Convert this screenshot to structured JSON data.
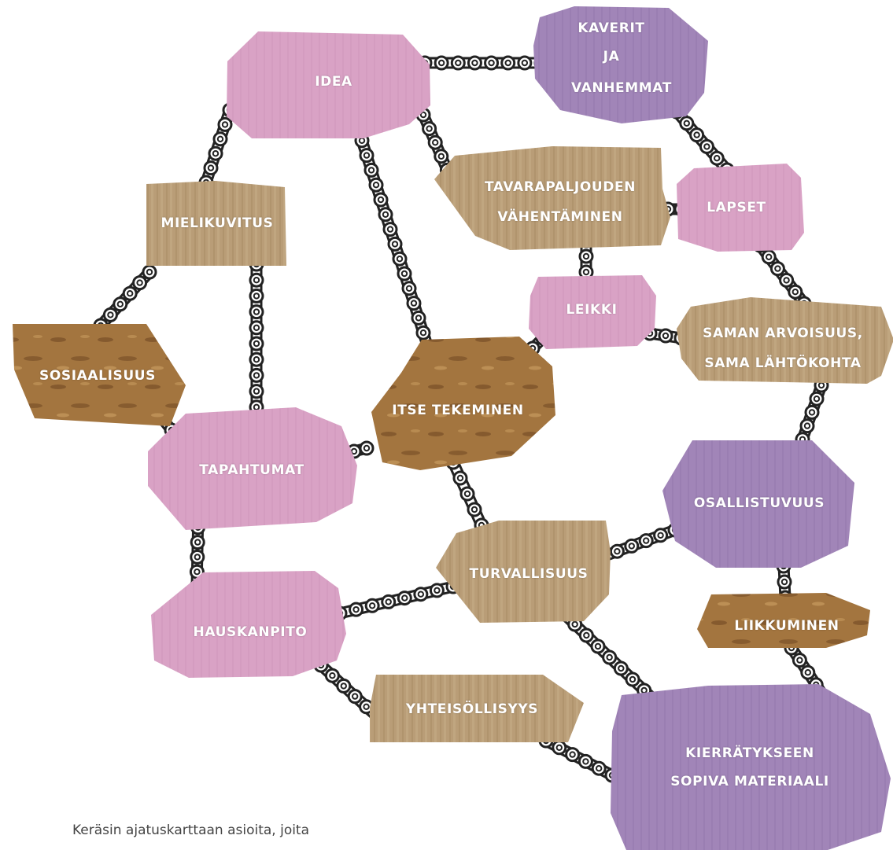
{
  "colors": {
    "pink": "#d9a2c5",
    "purple": "#a185b8",
    "kraft": "#b99d77",
    "cork": "#a3753f",
    "chain": "#222222"
  },
  "nodes": {
    "idea": "IDEA",
    "kaverit_1": "KAVERIT",
    "kaverit_2": "JA",
    "kaverit_3": "VANHEMMAT",
    "tavara_1": "TAVARAPALJOUDEN",
    "tavara_2": "VÄHENTÄMINEN",
    "lapset": "LAPSET",
    "mielikuvitus": "MIELIKUVITUS",
    "leikki": "LEIKKI",
    "saman_1": "SAMAN ARVOISUUS,",
    "saman_2": "SAMA LÄHTÖKOHTA",
    "sosiaalisuus": "SOSIAALISUUS",
    "itse": "ITSE TEKEMINEN",
    "tapahtumat": "TAPAHTUMAT",
    "osallistuvuus": "OSALLISTUVUUS",
    "turvallisuus": "TURVALLISUUS",
    "liikkuminen": "LIIKKUMINEN",
    "hauskanpito": "HAUSKANPITO",
    "yhteisollisyys": "YHTEISÖLLISYYS",
    "kierratys_1": "KIERRÄTYKSEEN",
    "kierratys_2": "SOPIVA MATERIAALI"
  },
  "caption": "Keräsin ajatuskarttaan asioita, joita"
}
